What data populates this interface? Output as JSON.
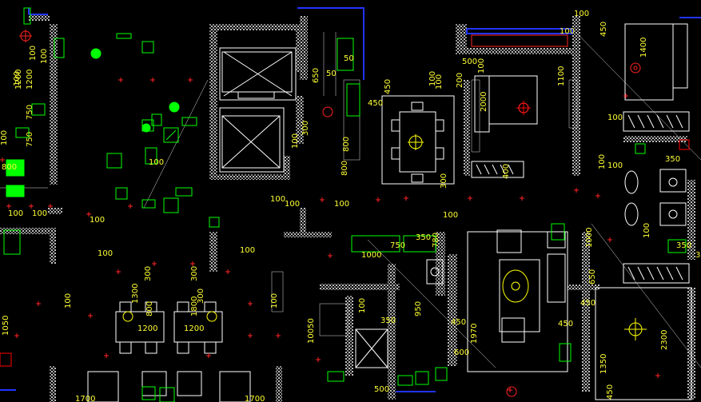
{
  "colors": {
    "background": "#000000",
    "wall": "#ffffff",
    "hatch": "#c0c0c0",
    "dimension_text": "#ffff00",
    "fixture": "#00ff00",
    "socket": "#ff0000",
    "window": "#0000ff"
  },
  "labels": {
    "d1": "100",
    "d2": "100",
    "d3": "1200",
    "d4": "800",
    "d5": "1200",
    "d6": "100",
    "d7": "650",
    "d8": "450",
    "d9": "50",
    "d10": "50",
    "d11": "450",
    "d12": "100",
    "d13": "200",
    "d14": "100",
    "d15": "2000",
    "d16": "100",
    "d17": "450",
    "d18": "1400",
    "d19": "100",
    "d20": "1100",
    "d21": "800",
    "d22": "300",
    "d23": "350",
    "d24": "100",
    "d25": "800",
    "d26": "400",
    "d27": "300",
    "d28": "100",
    "d29": "100",
    "d30": "100",
    "d31": "100",
    "d32": "100",
    "d33": "1000",
    "d34": "750",
    "d35": "780",
    "d36": "1000",
    "d37": "100",
    "d38": "650",
    "d39": "450",
    "d40": "1300",
    "d41": "300",
    "d42": "300",
    "d43": "800",
    "d44": "1800",
    "d45": "1200",
    "d46": "1200",
    "d47": "100",
    "d48": "300",
    "d49": "950",
    "d50": "450",
    "d51": "1970",
    "d52": "600",
    "d53": "350",
    "d54": "100",
    "d55": "1050",
    "d56": "10050",
    "d57": "100",
    "d58": "500",
    "d59": "1700",
    "d60": "1700",
    "d61": "2300",
    "d62": "1350",
    "d63": "450",
    "d64": "450",
    "d65": "300",
    "d66": "350",
    "d67": "100",
    "d68": "100",
    "d69": "100",
    "d70": "100",
    "d71": "750",
    "d72": "750",
    "d73": "100",
    "d74": "100",
    "d75": "100",
    "d76": "100",
    "d77": "100",
    "d78": "500",
    "d79": "100",
    "d80": "350"
  }
}
